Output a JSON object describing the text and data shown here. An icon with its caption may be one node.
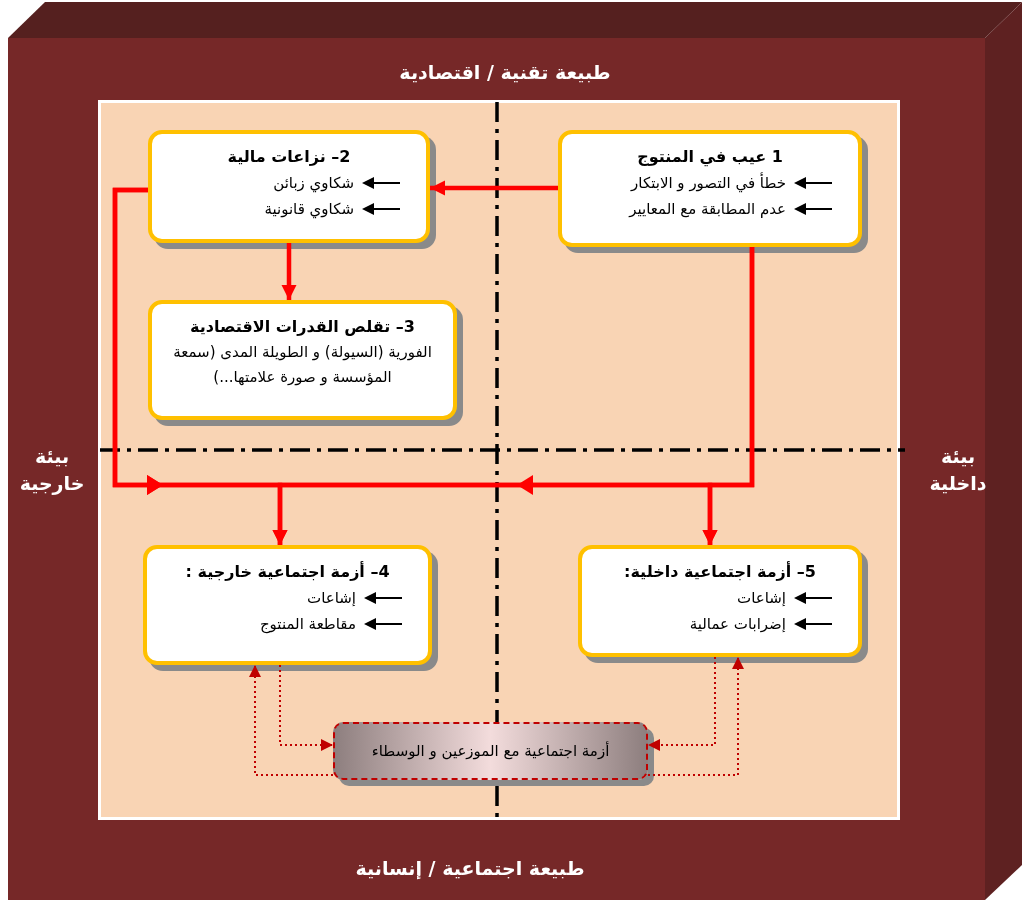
{
  "diagram": {
    "nodes": [
      {
        "text": [
          "1 عيب في المنتوج",
          "خطأ في التصور و الابتكار",
          "عدم المطابقة مع المعايير"
        ]
      },
      {
        "text": [
          "2– نزاعات مالية",
          "شكاوي زبائن",
          "شكاوي قانونية"
        ]
      },
      {
        "text": [
          "3– تقلص القدرات الاقتصادية",
          "الفورية (السيولة) و الطويلة المدى (سمعة المؤسسة و صورة علامتها...)"
        ]
      },
      {
        "text": [
          "4– أزمة اجتماعية خارجية :",
          "إشاعات",
          "مقاطعة المنتوج"
        ]
      },
      {
        "text": [
          "5– أزمة اجتماعية داخلية:",
          "إشاعات",
          "إضرابات عمالية"
        ]
      },
      {
        "text": [
          "أزمة اجتماعية مع الموزعين و الوسطاء"
        ]
      }
    ],
    "edges": [
      {
        "from": 0,
        "to": 1,
        "arrow": "to"
      },
      {
        "from": 1,
        "to": 2,
        "arrow": "to"
      },
      {
        "from": 1,
        "to": 3,
        "arrow": "to"
      },
      {
        "from": 1,
        "to": 4,
        "arrow": "to"
      },
      {
        "from": 0,
        "to": 3,
        "arrow": "to"
      },
      {
        "from": 0,
        "to": 4,
        "arrow": "to"
      },
      {
        "from": 3,
        "to": 5,
        "arrow": "to",
        "style": "dashed",
        "color": "#c00000"
      },
      {
        "from": 5,
        "to": 3,
        "arrow": "to",
        "style": "dashed",
        "color": "#c00000"
      },
      {
        "from": 4,
        "to": 5,
        "arrow": "to",
        "style": "dashed",
        "color": "#c00000"
      },
      {
        "from": 5,
        "to": 4,
        "arrow": "to",
        "style": "dashed",
        "color": "#c00000"
      }
    ],
    "labels": [
      "طبيعة تقنية / اقتصادية",
      "بيئة خارجية",
      "بيئة داخلية",
      "طبيعة اجتماعية / إنسانية"
    ]
  }
}
